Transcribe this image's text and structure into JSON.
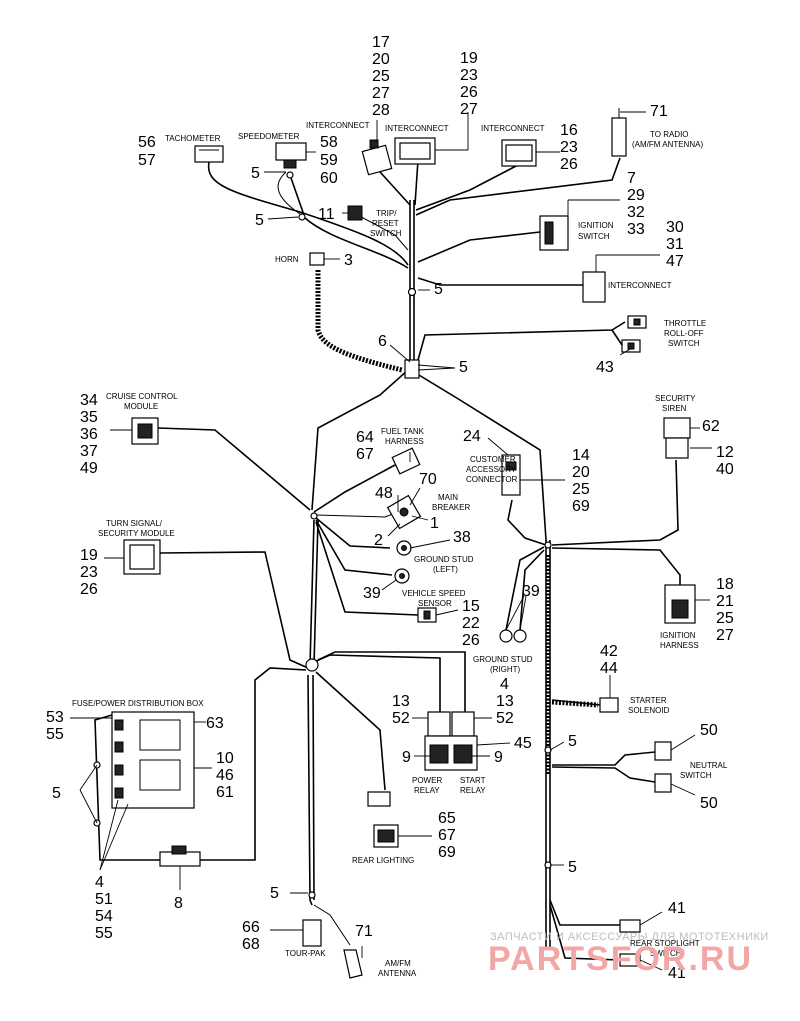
{
  "labels": {
    "tachometer": "TACHOMETER",
    "speedometer": "SPEEDOMETER",
    "interconnect": "INTERCONNECT",
    "to_radio_1": "TO RADIO",
    "to_radio_2": "(AM/FM ANTENNA)",
    "trip_1": "TRIP/",
    "trip_2": "RESET",
    "trip_3": "SWITCH",
    "ignition_switch_1": "IGNITION",
    "ignition_switch_2": "SWITCH",
    "horn": "HORN",
    "throttle_1": "THROTTLE",
    "throttle_2": "ROLL-OFF",
    "throttle_3": "SWITCH",
    "cruise_1": "CRUISE CONTROL",
    "cruise_2": "MODULE",
    "fuel_1": "FUEL TANK",
    "fuel_2": "HARNESS",
    "customer_1": "CUSTOMER",
    "customer_2": "ACCESSORY",
    "customer_3": "CONNECTOR",
    "security_siren_1": "SECURITY",
    "security_siren_2": "SIREN",
    "main_breaker_1": "MAIN",
    "main_breaker_2": "BREAKER",
    "turn_1": "TURN SIGNAL/",
    "turn_2": "SECURITY MODULE",
    "ground_left_1": "GROUND STUD",
    "ground_left_2": "(LEFT)",
    "vss_1": "VEHICLE SPEED",
    "vss_2": "SENSOR",
    "ground_right_1": "GROUND STUD",
    "ground_right_2": "(RIGHT)",
    "ignition_harness_1": "IGNITION",
    "ignition_harness_2": "HARNESS",
    "fuse_box": "FUSE/POWER DISTRIBUTION BOX",
    "starter_1": "STARTER",
    "starter_2": "SOLENOID",
    "power_relay_1": "POWER",
    "power_relay_2": "RELAY",
    "start_relay_1": "START",
    "start_relay_2": "RELAY",
    "neutral_1": "NEUTRAL",
    "neutral_2": "SWITCH",
    "rear_lighting": "REAR LIGHTING",
    "tour_pak": "TOUR-PAK",
    "amfm_1": "AM/FM",
    "amfm_2": "ANTENNA",
    "rear_stoplight_1": "REAR STOPLIGHT",
    "rear_stoplight_2": "SWITCH"
  },
  "callouts": {
    "tach_a": "56",
    "tach_b": "57",
    "speedo_a": "58",
    "speedo_b": "59",
    "speedo_c": "60",
    "ic1_a": "17",
    "ic1_b": "20",
    "ic1_c": "25",
    "ic1_d": "27",
    "ic1_e": "28",
    "ic2_a": "19",
    "ic2_b": "23",
    "ic2_c": "26",
    "ic2_d": "27",
    "ic3_a": "16",
    "ic3_b": "23",
    "ic3_c": "26",
    "radio": "71",
    "ign_a": "7",
    "ign_b": "29",
    "ign_c": "32",
    "ign_d": "33",
    "ic4_a": "30",
    "ic4_b": "31",
    "ic4_c": "47",
    "five_a": "5",
    "five_b": "5",
    "five_c": "5",
    "five_d": "5",
    "trip": "11",
    "horn": "3",
    "six": "6",
    "throttle": "43",
    "cruise_a": "34",
    "cruise_b": "35",
    "cruise_c": "36",
    "cruise_d": "37",
    "cruise_e": "49",
    "fuel_a": "64",
    "fuel_b": "67",
    "cust_a": "24",
    "cust_b": "14",
    "cust_c": "20",
    "cust_d": "25",
    "cust_e": "69",
    "siren_a": "62",
    "siren_b": "12",
    "siren_c": "40",
    "breaker_a": "70",
    "breaker_b": "48",
    "breaker_c": "1",
    "breaker_d": "2",
    "gnd_l_a": "38",
    "gnd_l_b": "39",
    "turn_a": "19",
    "turn_b": "23",
    "turn_c": "26",
    "vss_a": "15",
    "vss_b": "22",
    "vss_c": "26",
    "gnd_r": "39",
    "ignh_a": "18",
    "ignh_b": "21",
    "ignh_c": "25",
    "ignh_d": "27",
    "starter_a": "42",
    "starter_b": "44",
    "fuse_a": "53",
    "fuse_b": "55",
    "fuse_c": "63",
    "fuse_d": "10",
    "fuse_e": "46",
    "fuse_f": "61",
    "fuse_five": "5",
    "fuse_g": "4",
    "fuse_h": "51",
    "fuse_i": "54",
    "fuse_j": "55",
    "relay_a": "13",
    "relay_b": "52",
    "relay_c": "4",
    "relay_d": "13",
    "relay_e": "52",
    "relay_f": "45",
    "relay_g": "9",
    "relay_h": "9",
    "right_five_a": "5",
    "right_five_b": "5",
    "neutral_a": "50",
    "neutral_b": "50",
    "rear_a": "65",
    "rear_b": "67",
    "rear_c": "69",
    "eight": "8",
    "tour_five": "5",
    "tour_a": "66",
    "tour_b": "68",
    "antenna": "71",
    "stop_a": "41",
    "stop_b": "41"
  },
  "watermark": {
    "line1": "ЗАПЧАСТИ И АКСЕССУАРЫ ДЛЯ МОТОТЕХНИКИ",
    "line2": "PARTSFOR.RU"
  }
}
